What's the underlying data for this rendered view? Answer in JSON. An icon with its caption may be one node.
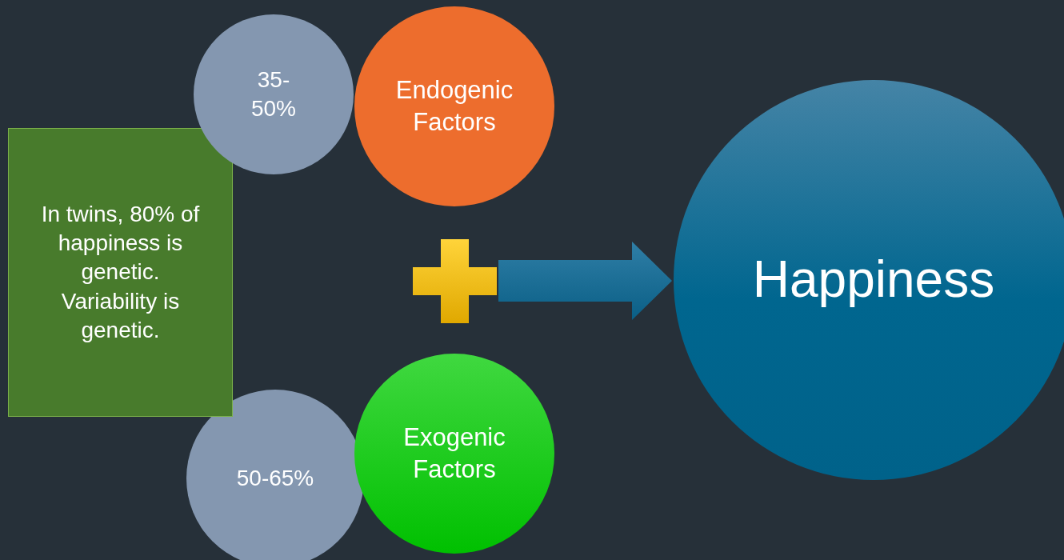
{
  "diagram": {
    "nodes": [
      {
        "text": [
          "35- 50%"
        ]
      },
      {
        "text": [
          "Endogenic Factors"
        ]
      },
      {
        "text": [
          "In twins, 80% of happiness is genetic. Variability is genetic."
        ]
      },
      {
        "text": [],
        "shape": "plus"
      },
      {
        "text": [
          "50-65%"
        ]
      },
      {
        "text": [
          "Exogenic Factors"
        ]
      },
      {
        "text": [
          "Happiness"
        ]
      }
    ],
    "edges": [
      {
        "from": 3,
        "to": 6,
        "arrow": "to"
      }
    ]
  }
}
